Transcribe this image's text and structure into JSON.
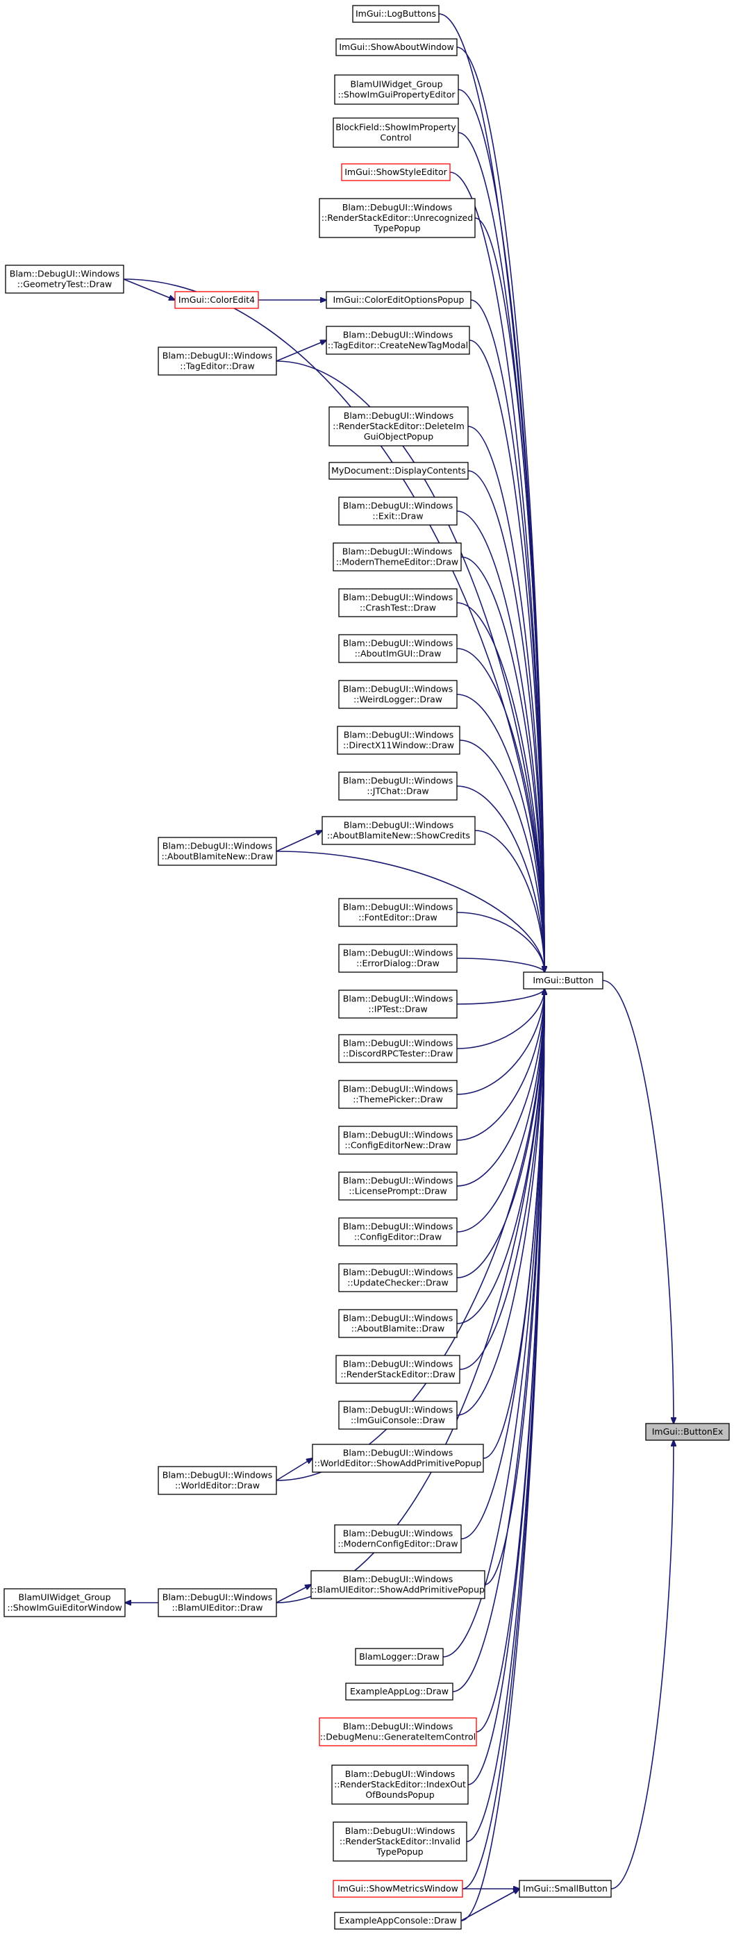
{
  "nodes": [
    {
      "id": "logbuttons",
      "lines": [
        "ImGui::LogButtons"
      ]
    },
    {
      "id": "showaboutwindow",
      "lines": [
        "ImGui::ShowAboutWindow"
      ]
    },
    {
      "id": "showimguipropertyeditor",
      "lines": [
        "BlamUIWidget_Group",
        "::ShowImGuiPropertyEditor"
      ]
    },
    {
      "id": "blockfield",
      "lines": [
        "BlockField::ShowImProperty",
        "Control"
      ]
    },
    {
      "id": "showstyleeditor",
      "lines": [
        "ImGui::ShowStyleEditor"
      ],
      "red": true
    },
    {
      "id": "unrecognizedtypepopup",
      "lines": [
        "Blam::DebugUI::Windows",
        "::RenderStackEditor::Unrecognized",
        "TypePopup"
      ]
    },
    {
      "id": "geometrytest",
      "lines": [
        "Blam::DebugUI::Windows",
        "::GeometryTest::Draw"
      ]
    },
    {
      "id": "coloredit4",
      "lines": [
        "ImGui::ColorEdit4"
      ],
      "red": true
    },
    {
      "id": "coloreditoptionspopup",
      "lines": [
        "ImGui::ColorEditOptionsPopup"
      ]
    },
    {
      "id": "tageditor",
      "lines": [
        "Blam::DebugUI::Windows",
        "::TagEditor::Draw"
      ]
    },
    {
      "id": "createnewtagmodal",
      "lines": [
        "Blam::DebugUI::Windows",
        "::TagEditor::CreateNewTagModal"
      ]
    },
    {
      "id": "deleteimguiobjectpopup",
      "lines": [
        "Blam::DebugUI::Windows",
        "::RenderStackEditor::DeleteIm",
        "GuiObjectPopup"
      ]
    },
    {
      "id": "displaycontents",
      "lines": [
        "MyDocument::DisplayContents"
      ]
    },
    {
      "id": "exit",
      "lines": [
        "Blam::DebugUI::Windows",
        "::Exit::Draw"
      ]
    },
    {
      "id": "modernthemeeditor",
      "lines": [
        "Blam::DebugUI::Windows",
        "::ModernThemeEditor::Draw"
      ]
    },
    {
      "id": "crashtest",
      "lines": [
        "Blam::DebugUI::Windows",
        "::CrashTest::Draw"
      ]
    },
    {
      "id": "aboutimgui",
      "lines": [
        "Blam::DebugUI::Windows",
        "::AboutImGUI::Draw"
      ]
    },
    {
      "id": "weirdlogger",
      "lines": [
        "Blam::DebugUI::Windows",
        "::WeirdLogger::Draw"
      ]
    },
    {
      "id": "directx11window",
      "lines": [
        "Blam::DebugUI::Windows",
        "::DirectX11Window::Draw"
      ]
    },
    {
      "id": "jtchat",
      "lines": [
        "Blam::DebugUI::Windows",
        "::JTChat::Draw"
      ]
    },
    {
      "id": "aboutblamitenewdraw",
      "lines": [
        "Blam::DebugUI::Windows",
        "::AboutBlamiteNew::Draw"
      ]
    },
    {
      "id": "showcredits",
      "lines": [
        "Blam::DebugUI::Windows",
        "::AboutBlamiteNew::ShowCredits"
      ]
    },
    {
      "id": "fonteditor",
      "lines": [
        "Blam::DebugUI::Windows",
        "::FontEditor::Draw"
      ]
    },
    {
      "id": "errordialog",
      "lines": [
        "Blam::DebugUI::Windows",
        "::ErrorDialog::Draw"
      ]
    },
    {
      "id": "iptest",
      "lines": [
        "Blam::DebugUI::Windows",
        "::IPTest::Draw"
      ]
    },
    {
      "id": "discordrpctester",
      "lines": [
        "Blam::DebugUI::Windows",
        "::DiscordRPCTester::Draw"
      ]
    },
    {
      "id": "themepicker",
      "lines": [
        "Blam::DebugUI::Windows",
        "::ThemePicker::Draw"
      ]
    },
    {
      "id": "configeditornew",
      "lines": [
        "Blam::DebugUI::Windows",
        "::ConfigEditorNew::Draw"
      ]
    },
    {
      "id": "licenseprompt",
      "lines": [
        "Blam::DebugUI::Windows",
        "::LicensePrompt::Draw"
      ]
    },
    {
      "id": "configeditor",
      "lines": [
        "Blam::DebugUI::Windows",
        "::ConfigEditor::Draw"
      ]
    },
    {
      "id": "updatechecker",
      "lines": [
        "Blam::DebugUI::Windows",
        "::UpdateChecker::Draw"
      ]
    },
    {
      "id": "aboutblamite",
      "lines": [
        "Blam::DebugUI::Windows",
        "::AboutBlamite::Draw"
      ]
    },
    {
      "id": "renderstackeditor",
      "lines": [
        "Blam::DebugUI::Windows",
        "::RenderStackEditor::Draw"
      ]
    },
    {
      "id": "imguiconsole",
      "lines": [
        "Blam::DebugUI::Windows",
        "::ImGuiConsole::Draw"
      ]
    },
    {
      "id": "worldeditor",
      "lines": [
        "Blam::DebugUI::Windows",
        "::WorldEditor::Draw"
      ]
    },
    {
      "id": "worldeditorpopup",
      "lines": [
        "Blam::DebugUI::Windows",
        "::WorldEditor::ShowAddPrimitivePopup"
      ]
    },
    {
      "id": "modernconfigeditor",
      "lines": [
        "Blam::DebugUI::Windows",
        "::ModernConfigEditor::Draw"
      ]
    },
    {
      "id": "showimguieditorwindow",
      "lines": [
        "BlamUIWidget_Group",
        "::ShowImGuiEditorWindow"
      ]
    },
    {
      "id": "blamuieditor",
      "lines": [
        "Blam::DebugUI::Windows",
        "::BlamUIEditor::Draw"
      ]
    },
    {
      "id": "blamuieditorpopup",
      "lines": [
        "Blam::DebugUI::Windows",
        "::BlamUIEditor::ShowAddPrimitivePopup"
      ]
    },
    {
      "id": "blamlogger",
      "lines": [
        "BlamLogger::Draw"
      ]
    },
    {
      "id": "exampleapplog",
      "lines": [
        "ExampleAppLog::Draw"
      ]
    },
    {
      "id": "generateitemcontrol",
      "lines": [
        "Blam::DebugUI::Windows",
        "::DebugMenu::GenerateItemControl"
      ],
      "red": true
    },
    {
      "id": "indexoutofbounds",
      "lines": [
        "Blam::DebugUI::Windows",
        "::RenderStackEditor::IndexOut",
        "OfBoundsPopup"
      ]
    },
    {
      "id": "invalidtypepopup",
      "lines": [
        "Blam::DebugUI::Windows",
        "::RenderStackEditor::Invalid",
        "TypePopup"
      ]
    },
    {
      "id": "showmetricswindow",
      "lines": [
        "ImGui::ShowMetricsWindow"
      ],
      "red": true
    },
    {
      "id": "exampleappconsole",
      "lines": [
        "ExampleAppConsole::Draw"
      ]
    },
    {
      "id": "button",
      "lines": [
        "ImGui::Button"
      ]
    },
    {
      "id": "smallbutton",
      "lines": [
        "ImGui::SmallButton"
      ]
    },
    {
      "id": "buttonex",
      "lines": [
        "ImGui::ButtonEx"
      ],
      "gray": true
    }
  ],
  "edges": [
    [
      "logbuttons",
      "button"
    ],
    [
      "showaboutwindow",
      "button"
    ],
    [
      "showimguipropertyeditor",
      "button"
    ],
    [
      "blockfield",
      "button"
    ],
    [
      "showstyleeditor",
      "button"
    ],
    [
      "unrecognizedtypepopup",
      "button"
    ],
    [
      "geometrytest",
      "button"
    ],
    [
      "geometrytest",
      "coloredit4"
    ],
    [
      "coloredit4",
      "coloreditoptionspopup"
    ],
    [
      "coloreditoptionspopup",
      "button"
    ],
    [
      "tageditor",
      "createnewtagmodal"
    ],
    [
      "tageditor",
      "button"
    ],
    [
      "createnewtagmodal",
      "button"
    ],
    [
      "deleteimguiobjectpopup",
      "button"
    ],
    [
      "displaycontents",
      "button"
    ],
    [
      "exit",
      "button"
    ],
    [
      "modernthemeeditor",
      "button"
    ],
    [
      "crashtest",
      "button"
    ],
    [
      "aboutimgui",
      "button"
    ],
    [
      "weirdlogger",
      "button"
    ],
    [
      "directx11window",
      "button"
    ],
    [
      "jtchat",
      "button"
    ],
    [
      "aboutblamitenewdraw",
      "showcredits"
    ],
    [
      "aboutblamitenewdraw",
      "button"
    ],
    [
      "showcredits",
      "button"
    ],
    [
      "fonteditor",
      "button"
    ],
    [
      "errordialog",
      "button"
    ],
    [
      "iptest",
      "button"
    ],
    [
      "discordrpctester",
      "button"
    ],
    [
      "themepicker",
      "button"
    ],
    [
      "configeditornew",
      "button"
    ],
    [
      "licenseprompt",
      "button"
    ],
    [
      "configeditor",
      "button"
    ],
    [
      "updatechecker",
      "button"
    ],
    [
      "aboutblamite",
      "button"
    ],
    [
      "renderstackeditor",
      "button"
    ],
    [
      "imguiconsole",
      "button"
    ],
    [
      "worldeditor",
      "worldeditorpopup"
    ],
    [
      "worldeditor",
      "button"
    ],
    [
      "worldeditorpopup",
      "button"
    ],
    [
      "modernconfigeditor",
      "button"
    ],
    [
      "blamuieditor",
      "showimguieditorwindow"
    ],
    [
      "blamuieditor",
      "blamuieditorpopup"
    ],
    [
      "blamuieditor",
      "button"
    ],
    [
      "blamuieditorpopup",
      "button"
    ],
    [
      "blamlogger",
      "button"
    ],
    [
      "exampleapplog",
      "button"
    ],
    [
      "generateitemcontrol",
      "button"
    ],
    [
      "indexoutofbounds",
      "button"
    ],
    [
      "invalidtypepopup",
      "button"
    ],
    [
      "showmetricswindow",
      "button"
    ],
    [
      "showmetricswindow",
      "smallbutton"
    ],
    [
      "exampleappconsole",
      "button"
    ],
    [
      "exampleappconsole",
      "smallbutton"
    ],
    [
      "button",
      "buttonex"
    ],
    [
      "smallbutton",
      "buttonex"
    ]
  ]
}
